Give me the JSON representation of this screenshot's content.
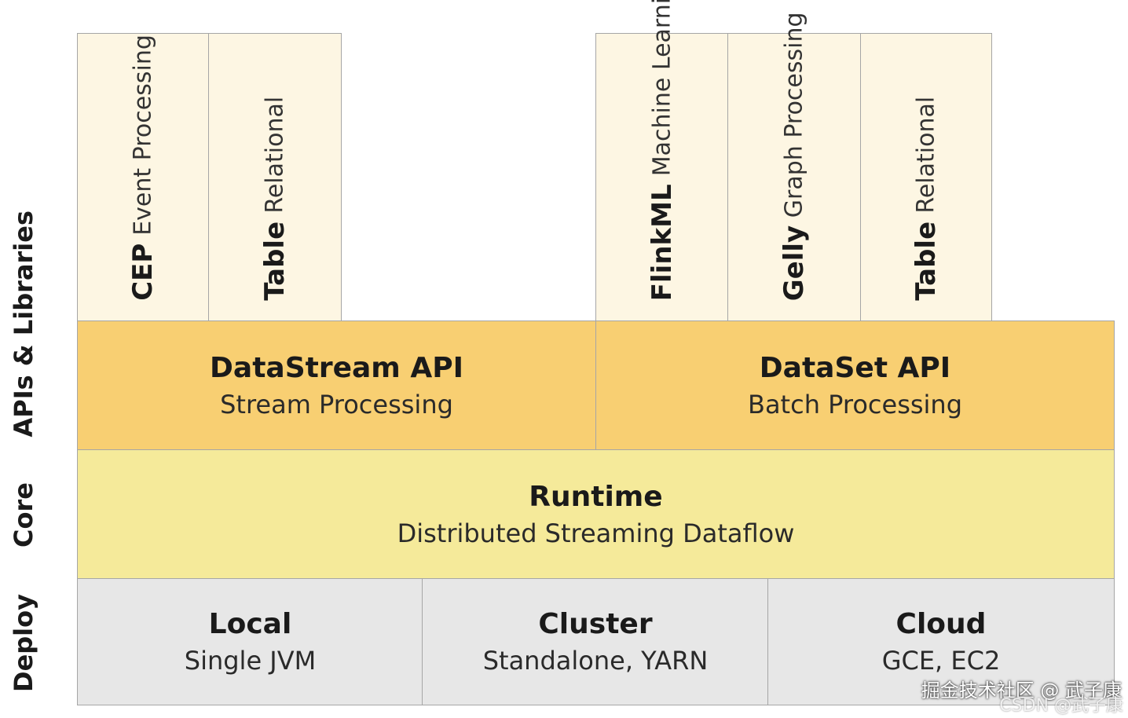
{
  "side_labels": {
    "apis": "APIs & Libraries",
    "core": "Core",
    "deploy": "Deploy"
  },
  "libraries": [
    {
      "title": "CEP",
      "subtitle": "Event Processing"
    },
    {
      "title": "Table",
      "subtitle": "Relational"
    },
    {
      "title": "FlinkML",
      "subtitle": "Machine Learning"
    },
    {
      "title": "Gelly",
      "subtitle": "Graph Processing"
    },
    {
      "title": "Table",
      "subtitle": "Relational"
    }
  ],
  "apis": [
    {
      "title": "DataStream API",
      "subtitle": "Stream Processing"
    },
    {
      "title": "DataSet API",
      "subtitle": "Batch Processing"
    }
  ],
  "core": {
    "title": "Runtime",
    "subtitle": "Distributed Streaming Dataflow"
  },
  "deploy": [
    {
      "title": "Local",
      "subtitle": "Single JVM"
    },
    {
      "title": "Cluster",
      "subtitle": "Standalone, YARN"
    },
    {
      "title": "Cloud",
      "subtitle": "GCE, EC2"
    }
  ],
  "watermark": {
    "primary": "掘金技术社区 @ 武子康",
    "secondary": "CSDN @武子康"
  },
  "colors": {
    "library": "#fdf6e3",
    "api": "#f8cf72",
    "core": "#f5ea9a",
    "deploy": "#e7e7e7",
    "border": "#a6a6a6"
  }
}
